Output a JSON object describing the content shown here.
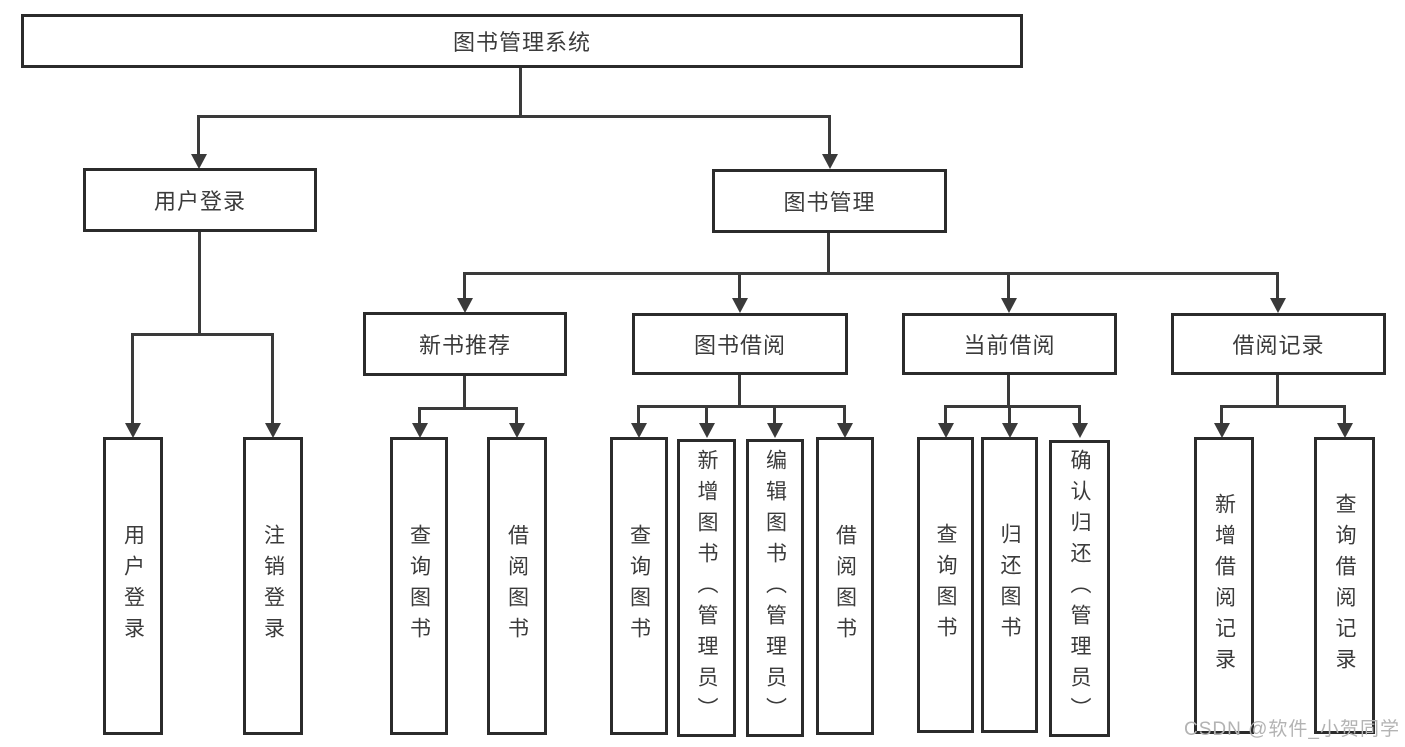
{
  "colors": {
    "border": "#2b2b2b",
    "line": "#3a3a3a",
    "text": "#3b3b3b",
    "background": "#ffffff",
    "watermark": "#b3b3b3"
  },
  "nodes": {
    "root": "图书管理系统",
    "login_group": "用户登录",
    "book_management": "图书管理",
    "new_book_recommend": "新书推荐",
    "book_borrowing": "图书借阅",
    "current_borrowing": "当前借阅",
    "borrowing_records": "借阅记录",
    "user_login": "用户登录",
    "logout_login": "注销登录",
    "recommend_query_books": "查询图书",
    "recommend_borrow_books": "借阅图书",
    "borrowing_query_books": "查询图书",
    "borrowing_add_books_admin": "新增图书（管理员）",
    "borrowing_edit_books_admin": "编辑图书（管理员）",
    "borrowing_borrow_books": "借阅图书",
    "current_query_books": "查询图书",
    "current_return_books": "归还图书",
    "current_confirm_return_admin": "确认归还（管理员）",
    "records_add_record": "新增借阅记录",
    "records_query_record": "查询借阅记录"
  },
  "watermark": "CSDN @软件_小贺同学"
}
